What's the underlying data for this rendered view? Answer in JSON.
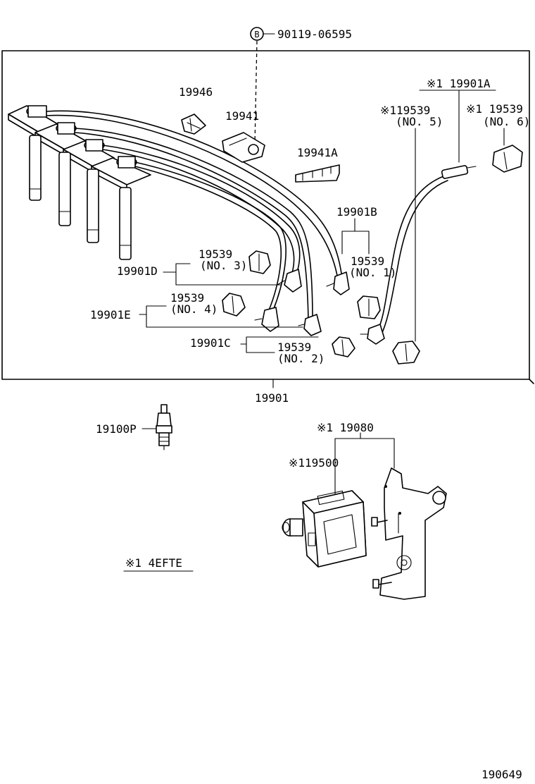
{
  "labels": {
    "bolt_symbol": "B",
    "bolt_part": "90119-06595",
    "clamp_19946": "19946",
    "clamp_19941": "19941",
    "clamp_19941a": "19941A",
    "cord_19901a": "※1 19901A",
    "cap_no5_part": "※119539",
    "cap_no5_num": "(NO. 5)",
    "cap_no6_part": "※1 19539",
    "cap_no6_num": "(NO. 6)",
    "cord_19901b": "19901B",
    "cap_no1_part": "19539",
    "cap_no1_num": "(NO. 1)",
    "cap_no3_part": "19539",
    "cap_no3_num": "(NO. 3)",
    "cord_19901d": "19901D",
    "cap_no4_part": "19539",
    "cap_no4_num": "(NO. 4)",
    "cord_19901e": "19901E",
    "cord_19901c": "19901C",
    "cap_no2_part": "19539",
    "cap_no2_num": "(NO. 2)",
    "cord_set": "19901",
    "spark_plug": "19100P",
    "coil_assy": "※1 19080",
    "coil": "※119500",
    "note": "※1 4EFTE",
    "page_code": "190649"
  }
}
